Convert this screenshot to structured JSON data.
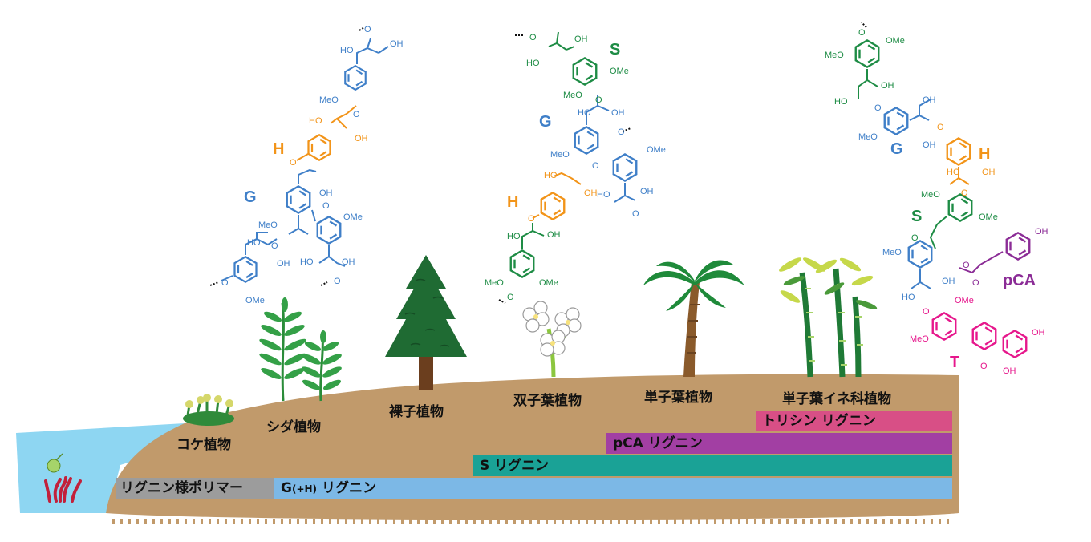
{
  "plants": {
    "moss": "コケ植物",
    "fern": "シダ植物",
    "gymnosperm": "裸子植物",
    "dicot": "双子葉植物",
    "monocot": "単子葉植物",
    "grass": "単子葉イネ科植物"
  },
  "bands": {
    "lignin_like": "リグニン様ポリマー",
    "g_lignin_main": "G",
    "g_lignin_sub": "(+H)",
    "g_lignin_tail": " リグニン",
    "s_lignin": "S リグニン",
    "pca_lignin": "pCA リグニン",
    "tricin_lignin": "トリシン リグニン"
  },
  "unit_labels": {
    "G": "G",
    "H": "H",
    "S": "S",
    "pCA": "pCA",
    "T": "T"
  },
  "groups": {
    "OH": "OH",
    "HO": "HO",
    "OMe": "OMe",
    "MeO": "MeO",
    "O": "O"
  },
  "colors": {
    "G": "#3f7fc8",
    "H": "#f29419",
    "S": "#1e8c45",
    "pCA": "#8b2c96",
    "T": "#e6178c",
    "soil": "#c19a6b",
    "water": "#8ed6f2",
    "band_gray": "#9c9c9c",
    "band_blue": "#7cb8e6",
    "band_teal": "#1aa296",
    "band_purple": "#a23fa3",
    "band_pink": "#d84f86"
  }
}
